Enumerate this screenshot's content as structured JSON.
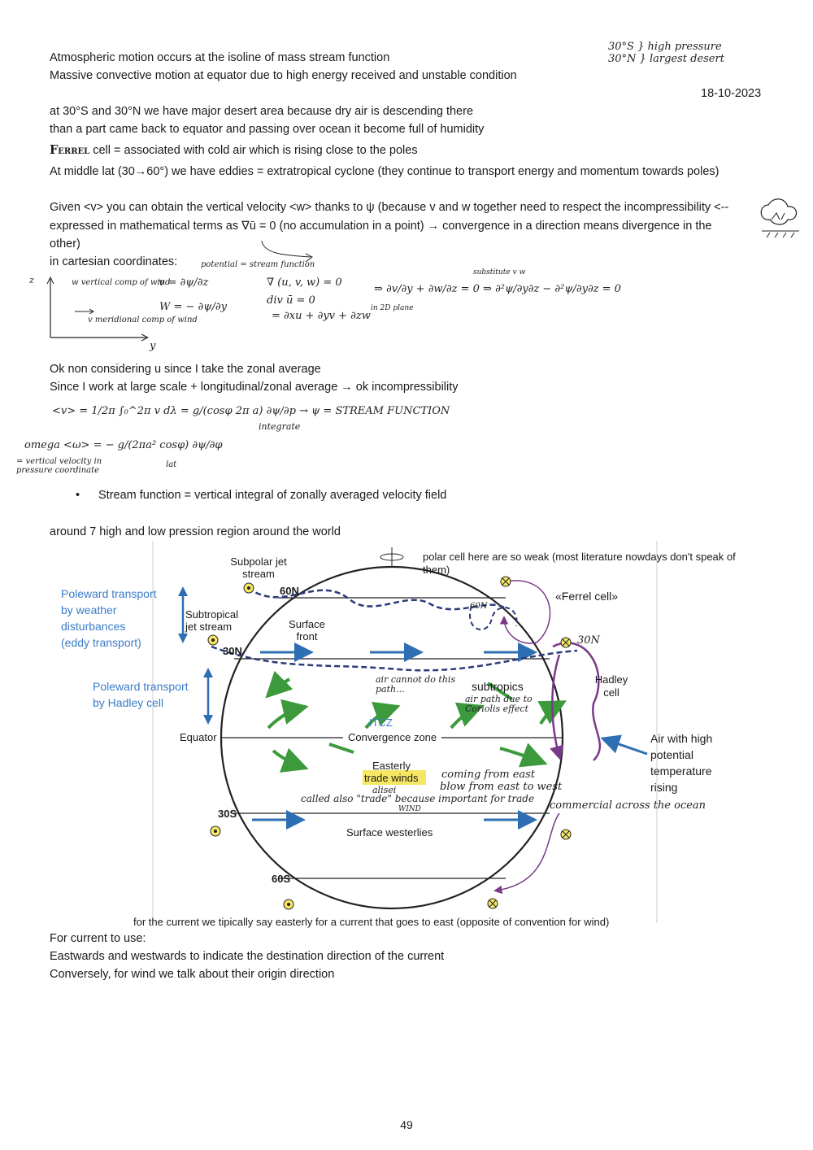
{
  "corner_note": {
    "line1": "30°S } high pressure",
    "line2": "30°N } largest desert"
  },
  "date": "18-10-2023",
  "paragraphs": {
    "p1": "Atmospheric motion occurs at the isoline of mass stream function",
    "p2": "Massive convective motion at equator due to high energy received and unstable condition",
    "p3": "at 30°S and 30°N we have major desert area because dry air is descending there",
    "p4": "than a part came back to equator and passing over ocean it become full of humidity",
    "p5_word": "Ferrel",
    "p5_rest": " cell = associated with cold air which is rising close to the poles",
    "p6": "At middle lat (30→60°) we have eddies = extratropical cyclone (they continue to transport energy and momentum towards poles)",
    "p7": "Given <v> you can obtain the vertical velocity <w> thanks to ψ (because v and w together need to respect the incompressibility <--",
    "p8": "expressed in mathematical terms as ∇ū = 0  (no accumulation in a point) → convergence in a direction means divergence in the",
    "p9": "other)",
    "p10": "in cartesian coordinates:",
    "p11": "Ok non considering u since I take the zonal average",
    "p12": "Since I work at large scale + longitudinal/zonal average → ok incompressibility",
    "bullet": "Stream function = vertical integral of zonally averaged velocity field",
    "p13": "around 7 high and low pression region around the world",
    "p14": "For current to use:",
    "p15": "Eastwards and westwards to indicate the destination direction of the current",
    "p16": "Conversely, for wind we talk about their origin direction"
  },
  "handwritten_math": {
    "axis_z": "z",
    "axis_w": "w vertical comp of wind",
    "axis_v": "v meridional comp of wind",
    "axis_y": "y",
    "eq_v": "v = ∂ψ/∂z",
    "eq_v_note": "potential = stream function",
    "eq_w": "W = − ∂ψ/∂y",
    "eq_div": "∇ (u, v, w) = 0",
    "eq_divu": "div ū = 0",
    "eq_expand": "= ∂xu + ∂yv + ∂zw",
    "eq_2d": "⇒ ∂v/∂y + ∂w/∂z = 0 ⇒ ∂²ψ/∂y∂z − ∂²ψ/∂y∂z = 0",
    "eq_2d_note": "in 2D plane",
    "eq_substitute": "substitute v w",
    "eq_mean_v": "<v> = 1/2π ∫₀^2π v dλ = g/(cosφ 2π a) ∂ψ/∂p → ψ = STREAM FUNCTION",
    "integrate": "integrate",
    "eq_omega": "omega <ω> = − g/(2πa² cosφ) ∂ψ/∂φ",
    "omega_note": "= vertical velocity in pressure coordinate",
    "lat": "lat"
  },
  "figure": {
    "polar_note": "polar cell here are so weak (most literature nowdays don't speak of them)",
    "subpolar_jet": "Subpolar jet stream",
    "subtropical_jet": "Subtropical jet stream",
    "poleward_eddy": [
      "Poleward transport",
      "by weather",
      "disturbances",
      "(eddy transport)"
    ],
    "poleward_hadley": [
      "Poleward transport",
      "by Hadley cell"
    ],
    "lat_60n": "60N",
    "lat_30n": "30N",
    "lat_30s": "30S",
    "lat_60s": "60S",
    "hand_60n": "60N",
    "hand_30n": "30N",
    "surface_front": "Surface front",
    "ferrel_cell": "«Ferrel cell»",
    "hadley_cell": "Hadley cell",
    "air_cannot": "air cannot do this path...",
    "subtropics": "subtropics",
    "air_path": "air path due to Coriolis effect",
    "itcz": "ITCZ",
    "convergence_zone": "Convergence zone",
    "equator": "Equator",
    "easterly": "Easterly",
    "trade_winds": "trade winds",
    "alisei": "alisei",
    "coming_from_east": "coming from east",
    "blow_east_west": "blow from east to west",
    "called_trade": "called also \"trade\" because important for trade",
    "wind": "WIND",
    "commercial": "commercial across the ocean",
    "surface_westerlies": "Surface westerlies",
    "air_high_temp": [
      "Air with high",
      "potential",
      "temperature",
      "rising"
    ],
    "caption": "for the current we tipically say easterly for a current that goes to east (opposite of convention for wind)"
  },
  "page_number": "49",
  "colors": {
    "blue_label": "#3a7bc8",
    "arrow_blue": "#2e6fb3",
    "green": "#3c9a3c",
    "purple": "#7a3a8a",
    "jet": "#2b3a78",
    "highlight": "#f5e663"
  }
}
